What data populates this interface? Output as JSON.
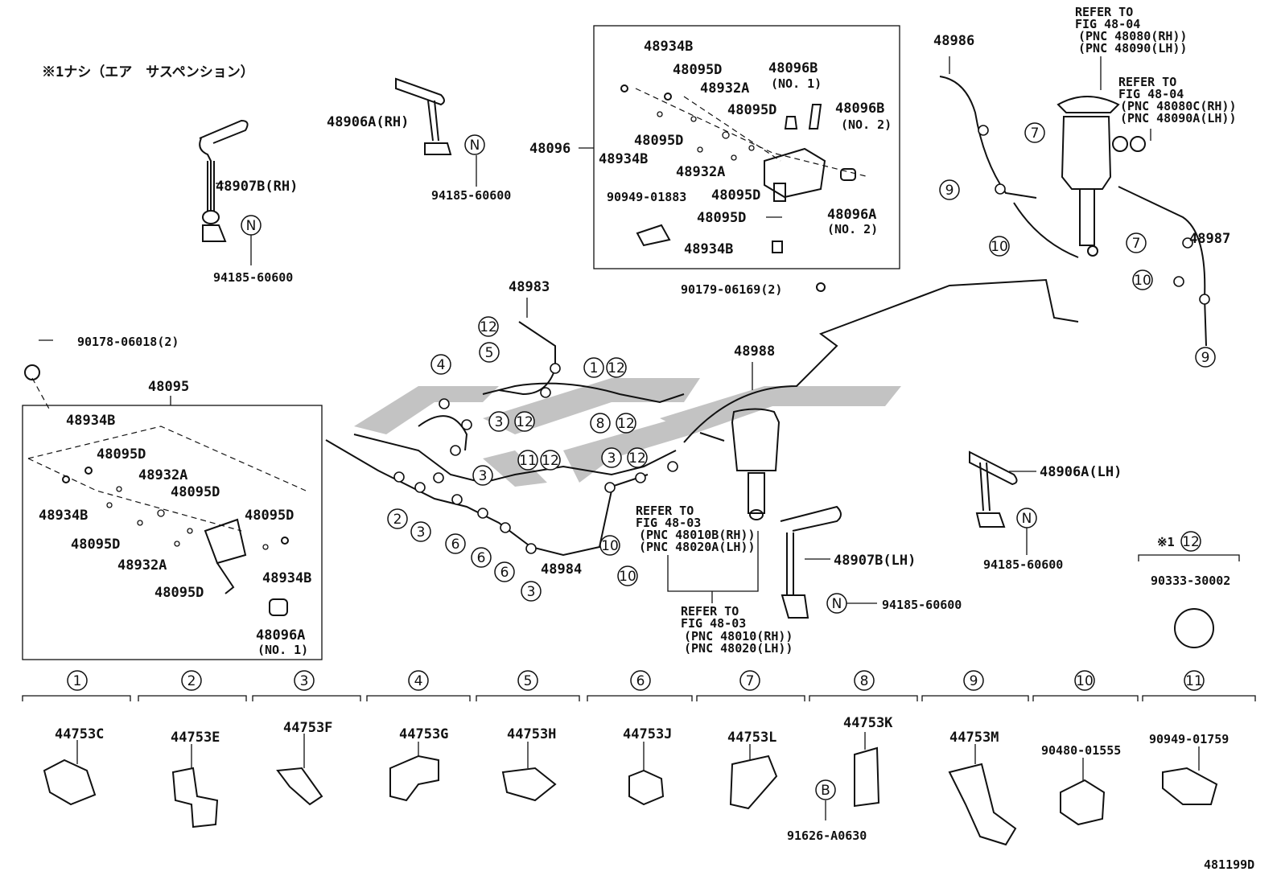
{
  "note": {
    "code": "※1ナシ（エア　サスペンション）"
  },
  "figure_id": "481199D",
  "watermark": "brand-logo",
  "labels": {
    "l48907b_rh": "48907B(RH)",
    "l94185_a": "94185-60600",
    "l48906a_rh": "48906A(RH)",
    "l94185_b": "94185-60600",
    "l48096": "48096",
    "l48934b_1": "48934B",
    "l48095d_1": "48095D",
    "l48932a_1": "48932A",
    "l48096b_1": "48096B",
    "l_no1_a": "(NO. 1)",
    "l48095d_2": "48095D",
    "l48096b_2": "48096B",
    "l_no2_a": "(NO. 2)",
    "l48095d_3": "48095D",
    "l48934b_2": "48934B",
    "l48932a_2": "48932A",
    "l48095d_4": "48095D",
    "l90949_01883": "90949-01883",
    "l48096a_1": "48096A",
    "l_no2_b": "(NO. 2)",
    "l48095d_5": "48095D",
    "l48934b_3": "48934B",
    "l90179": "90179-06169(2)",
    "l48986": "48986",
    "l48987": "48987",
    "l_refer_a": "REFER TO",
    "l_fig_a": "FIG 48-04",
    "l_pnc_a1": "(PNC 48080(RH))",
    "l_pnc_a2": "(PNC 48090(LH))",
    "l_refer_b": "REFER TO",
    "l_fig_b": "FIG 48-04",
    "l_pnc_b1": "(PNC 48080C(RH))",
    "l_pnc_b2": "(PNC 48090A(LH))",
    "l48983": "48983",
    "l48988": "48988",
    "l90178": "90178-06018(2)",
    "l48095": "48095",
    "l48934b_4": "48934B",
    "l48095d_6": "48095D",
    "l48932a_3": "48932A",
    "l48095d_7": "48095D",
    "l48934b_5": "48934B",
    "l48095d_8": "48095D",
    "l48095d_9": "48095D",
    "l48932a_4": "48932A",
    "l48095d_10": "48095D",
    "l48934b_6": "48934B",
    "l48096a_2": "48096A",
    "l_no1_b": "(NO. 1)",
    "l48984": "48984",
    "l_refer_c": "REFER TO",
    "l_fig_c": "FIG 48-03",
    "l_pnc_c1": "(PNC 48010B(RH))",
    "l_pnc_c2": "(PNC 48020A(LH))",
    "l_refer_d": "REFER TO",
    "l_fig_d": "FIG 48-03",
    "l_pnc_d1": "(PNC 48010(RH))",
    "l_pnc_d2": "(PNC 48020(LH))",
    "l48907b_lh": "48907B(LH)",
    "l94185_c": "94185-60600",
    "l48906a_lh": "48906A(LH)",
    "l94185_d": "94185-60600",
    "l_star12": "※1",
    "l90333": "90333-30002"
  },
  "callouts": [
    "1",
    "2",
    "3",
    "4",
    "5",
    "6",
    "7",
    "8",
    "9",
    "10",
    "11",
    "12",
    "N",
    "B"
  ],
  "bottom_row": {
    "columns": [
      {
        "num": "1",
        "part": "44753C"
      },
      {
        "num": "2",
        "part": "44753E"
      },
      {
        "num": "3",
        "part": "44753F"
      },
      {
        "num": "4",
        "part": "44753G"
      },
      {
        "num": "5",
        "part": "44753H"
      },
      {
        "num": "6",
        "part": "44753J"
      },
      {
        "num": "7",
        "part": "44753L"
      },
      {
        "num": "8",
        "part": "44753K"
      },
      {
        "num": "9",
        "part": "44753M"
      },
      {
        "num": "10",
        "part": "90480-01555"
      },
      {
        "num": "11",
        "part": "90949-01759"
      }
    ],
    "extra": {
      "badge": "B",
      "part": "91626-A0630"
    }
  }
}
